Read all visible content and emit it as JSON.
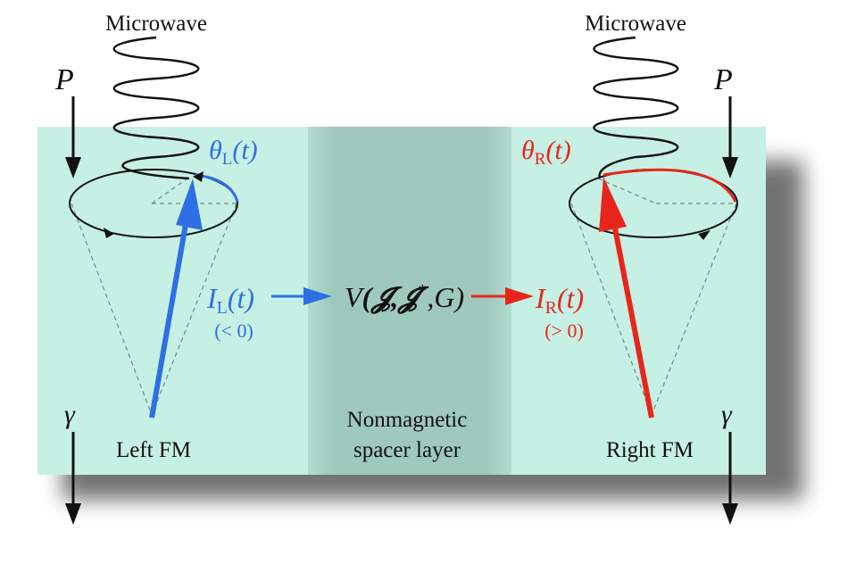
{
  "labels": {
    "microwave_left": "Microwave",
    "microwave_right": "Microwave",
    "pump_left": "P",
    "pump_right": "P",
    "damping_left": "γ",
    "damping_right": "γ",
    "theta_left_symbol": "θ",
    "theta_left_sub": "L",
    "theta_left_arg": "(t)",
    "theta_right_symbol": "θ",
    "theta_right_sub": "R",
    "theta_right_arg": "(t)",
    "current_left_symbol": "I",
    "current_left_sub": "L",
    "current_left_arg": "(t)",
    "current_left_sign": "(< 0)",
    "current_right_symbol": "I",
    "current_right_sub": "R",
    "current_right_arg": "(t)",
    "current_right_sign": "(> 0)",
    "voltage_V": "V",
    "voltage_args": "(𝓙,𝓙",
    "voltage_star": "*",
    "voltage_tail": ",G)",
    "left_fm": "Left FM",
    "right_fm": "Right FM",
    "spacer_line1": "Nonmagnetic",
    "spacer_line2": "spacer layer"
  },
  "colors": {
    "fm_layer": "#c6f0e3",
    "spacer_layer": "#9fc9bd",
    "left_accent": "#2f6fe6",
    "right_accent": "#e8251c",
    "ink": "#111111"
  }
}
